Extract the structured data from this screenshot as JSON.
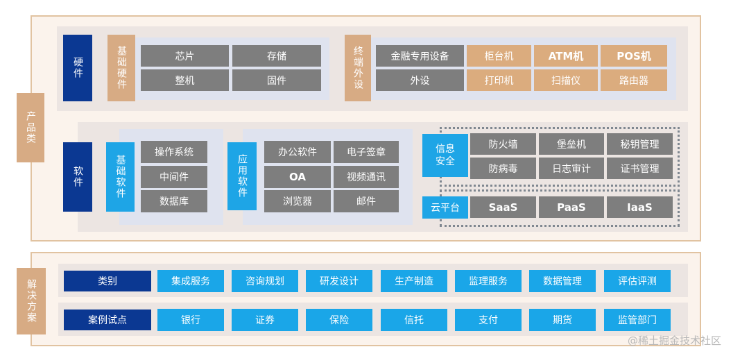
{
  "product": {
    "label": "产品类",
    "hardware": {
      "label": "硬件",
      "basic": {
        "label": "基础硬件",
        "items": [
          "芯片",
          "存储",
          "整机",
          "固件"
        ]
      },
      "terminal": {
        "label": "终端外设",
        "items": [
          "金融专用设备",
          "柜台机",
          "ATM机",
          "POS机",
          "外设",
          "打印机",
          "扫描仪",
          "路由器"
        ]
      }
    },
    "software": {
      "label": "软件",
      "basic": {
        "label": "基础软件",
        "items": [
          "操作系统",
          "中间件",
          "数据库"
        ]
      },
      "application": {
        "label": "应用软件",
        "items": [
          "办公软件",
          "电子签章",
          "OA",
          "视频通讯",
          "浏览器",
          "邮件"
        ]
      },
      "security": {
        "label": "信息安全",
        "items": [
          "防火墙",
          "堡垒机",
          "秘钥管理",
          "防病毒",
          "日志审计",
          "证书管理"
        ]
      },
      "cloud": {
        "label": "云平台",
        "items": [
          "SaaS",
          "PaaS",
          "IaaS"
        ]
      }
    }
  },
  "solution": {
    "label": "解决方案",
    "category": {
      "label": "类别",
      "items": [
        "集成服务",
        "咨询规划",
        "研发设计",
        "生产制造",
        "监理服务",
        "数据管理",
        "评估评测"
      ]
    },
    "pilot": {
      "label": "案例试点",
      "items": [
        "银行",
        "证券",
        "保险",
        "信托",
        "支付",
        "期货",
        "监管部门"
      ]
    }
  },
  "watermark": "@稀土掘金技术社区",
  "colors": {
    "frame_border": "#e1c3a1",
    "navy": "#0b3892",
    "sky": "#1ea5e6",
    "gray_cell": "#7e7e7e",
    "peach_cell": "#dbac7e",
    "tan_label": "#d7ab84"
  }
}
